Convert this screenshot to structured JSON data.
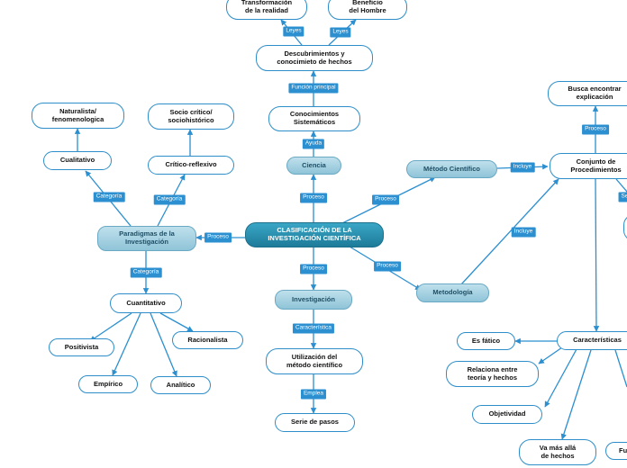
{
  "nodes": {
    "center": "CLASIFICACIÓN DE LA\nINVESTIGACIÓN CIENTÍFICA",
    "ciencia": "Ciencia",
    "conocimientos": "Conocimientos\nSistemáticos",
    "descubrimientos": "Descubrimientos y\nconocimieto de hechos",
    "transformacion": "Transformación\nde la realidad",
    "beneficio": "Beneficio\ndel Hombre",
    "investigacion": "Investigación",
    "utilizacion": "Utilización del\nmétodo científico",
    "serie": "Serie de pasos",
    "paradigmas": "Paradigmas de la\nInvestigación",
    "cualitativo": "Cualitativo",
    "naturalista": "Naturalista/\nfenomenologica",
    "critico": "Crítico-reflexivo",
    "socio": "Socio crítico/\nsociohistórico",
    "cuantitativo": "Cuantitativo",
    "positivista": "Positivista",
    "empirico": "Empírico",
    "analitico": "Analítico",
    "racionalista": "Racionalista",
    "metodo_cientifico": "Método Científico",
    "metodologia": "Metodología",
    "conjunto": "Conjunto de\nProcedimientos",
    "busca": "Busca encontrar\nexplicación",
    "caracteristicas": "Características",
    "es_fatico": "Es fático",
    "relaciona": "Relaciona entre\nteoría y hechos",
    "objetividad": "Objetividad",
    "va_mas_alla": "Va más allá\nde hechos",
    "fu_partial": "Fu"
  },
  "labels": {
    "leyes_1": "Leyes",
    "leyes_2": "Leyes",
    "funcion_principal": "Función principal",
    "ayuda": "Ayuda",
    "proceso_ciencia": "Proceso",
    "proceso_paradigmas": "Proceso",
    "proceso_metodo": "Proceso",
    "proceso_metodologia": "Proceso",
    "proceso_investigacion": "Proceso",
    "caracteristica": "Característica",
    "emplea": "Emplea",
    "categoria_cualitativo": "Categoría",
    "categoria_critico": "Categoría",
    "categoria_cuantitativo": "Categoría",
    "incluye_1": "Incluye",
    "incluye_2": "Incluye",
    "proceso_busca": "Proceso",
    "se_partial": "Se"
  },
  "colors": {
    "line": "#2b8fd0",
    "label_bg": "#2b8fd0",
    "node_border": "#2d8ec9",
    "center_fill": "#1d7b99",
    "secondary_fill": "#8fc4d8"
  }
}
